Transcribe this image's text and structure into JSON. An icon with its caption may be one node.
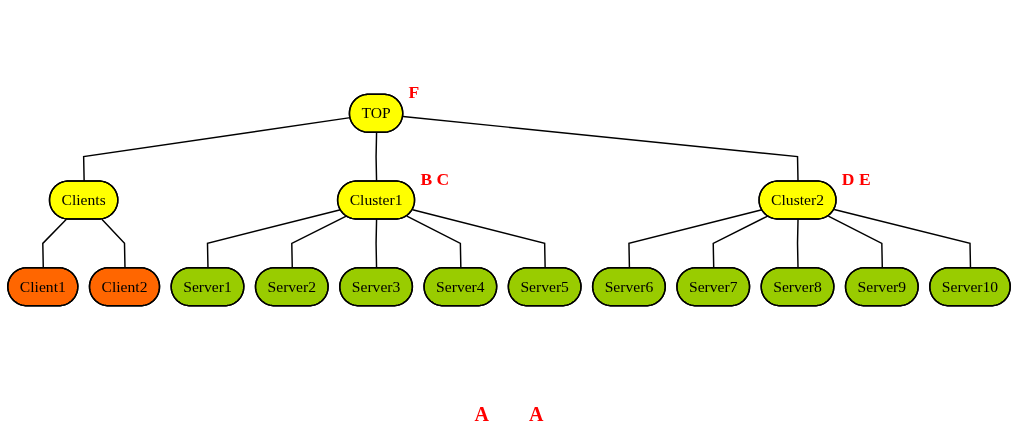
{
  "diagram": {
    "nodes": [
      {
        "text": [
          "TOP"
        ],
        "beside": [
          "F"
        ]
      },
      {
        "text": [
          "Clients"
        ]
      },
      {
        "text": [
          "Cluster1"
        ],
        "beside": [
          "B C"
        ]
      },
      {
        "text": [
          "Cluster2"
        ],
        "beside": [
          "D E"
        ]
      },
      {
        "text": [
          "Client1"
        ]
      },
      {
        "text": [
          "Client2"
        ]
      },
      {
        "text": [
          "Server1"
        ]
      },
      {
        "text": [
          "Server2"
        ]
      },
      {
        "text": [
          "Server3"
        ]
      },
      {
        "text": [
          "Server4"
        ]
      },
      {
        "text": [
          "Server5"
        ]
      },
      {
        "text": [
          "Server6"
        ]
      },
      {
        "text": [
          "Server7"
        ]
      },
      {
        "text": [
          "Server8"
        ]
      },
      {
        "text": [
          "Server9"
        ]
      },
      {
        "text": [
          "Server10"
        ]
      }
    ],
    "edges": [
      {
        "from": 0,
        "to": 1,
        "arrow": "none"
      },
      {
        "from": 0,
        "to": 2,
        "arrow": "none"
      },
      {
        "from": 0,
        "to": 3,
        "arrow": "none"
      },
      {
        "from": 1,
        "to": 4,
        "arrow": "none"
      },
      {
        "from": 1,
        "to": 5,
        "arrow": "none"
      },
      {
        "from": 2,
        "to": 6,
        "arrow": "none"
      },
      {
        "from": 2,
        "to": 7,
        "arrow": "none"
      },
      {
        "from": 2,
        "to": 8,
        "arrow": "none"
      },
      {
        "from": 2,
        "to": 9,
        "arrow": "none"
      },
      {
        "from": 2,
        "to": 10,
        "arrow": "none"
      },
      {
        "from": 3,
        "to": 11,
        "arrow": "none"
      },
      {
        "from": 3,
        "to": 12,
        "arrow": "none"
      },
      {
        "from": 3,
        "to": 13,
        "arrow": "none"
      },
      {
        "from": 3,
        "to": 14,
        "arrow": "none"
      },
      {
        "from": 3,
        "to": 15,
        "arrow": "none"
      }
    ],
    "labels": [
      "A",
      "A"
    ]
  }
}
